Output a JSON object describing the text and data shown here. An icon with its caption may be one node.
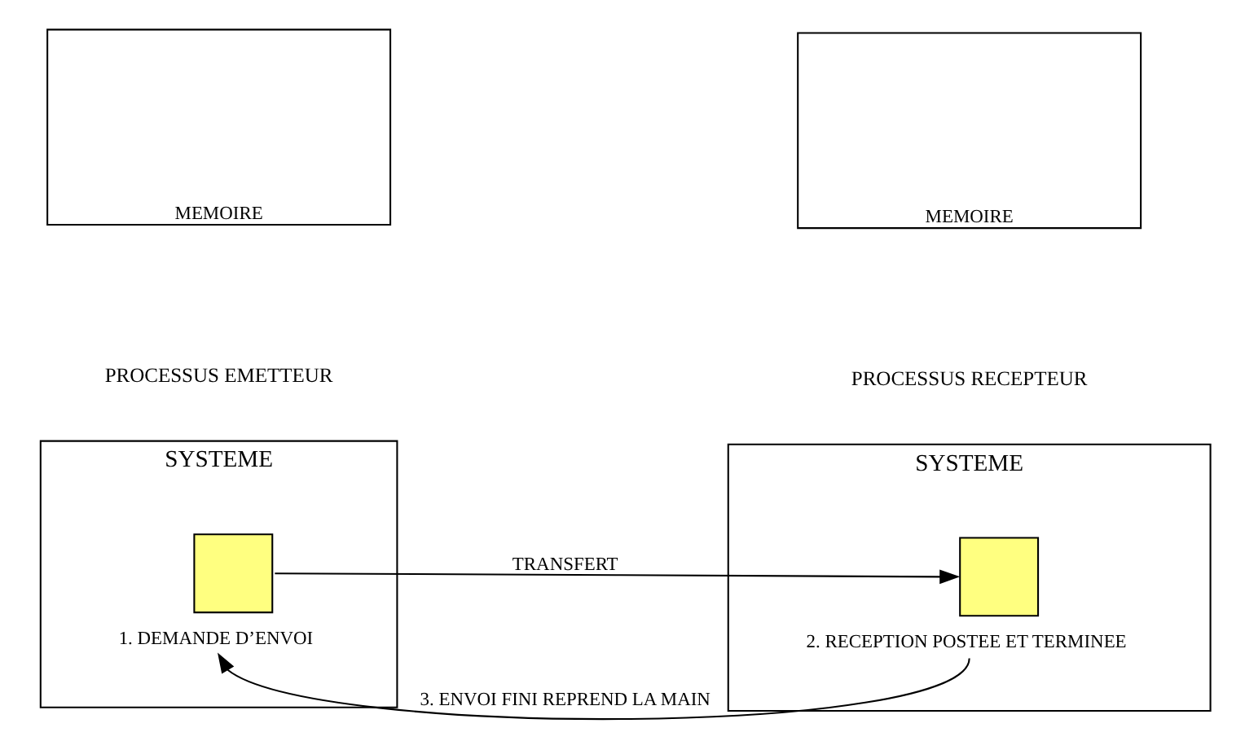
{
  "diagram": {
    "nodes": [
      {
        "text": [
          "SYSTEME"
        ]
      },
      {
        "text": [],
        "shape": "box",
        "in": 0,
        "beside": [
          "1. DEMANDE D’ENVOI"
        ]
      },
      {
        "text": [
          "MEMOIRE"
        ]
      },
      {
        "text": [
          "SYSTEME"
        ]
      },
      {
        "text": [],
        "shape": "box",
        "in": 3,
        "beside": [
          "2. RECEPTION POSTEE ET TERMINEE"
        ]
      },
      {
        "text": [
          "MEMOIRE"
        ]
      }
    ],
    "edges": [
      {
        "from": 1,
        "to": 4,
        "arrow": "to",
        "label": "TRANSFERT"
      },
      {
        "from": 4,
        "to": 1,
        "arrow": "to",
        "label": "3. ENVOI FINI REPREND LA MAIN"
      }
    ],
    "labels": [
      "PROCESSUS EMETTEUR",
      "PROCESSUS RECEPTEUR"
    ]
  }
}
